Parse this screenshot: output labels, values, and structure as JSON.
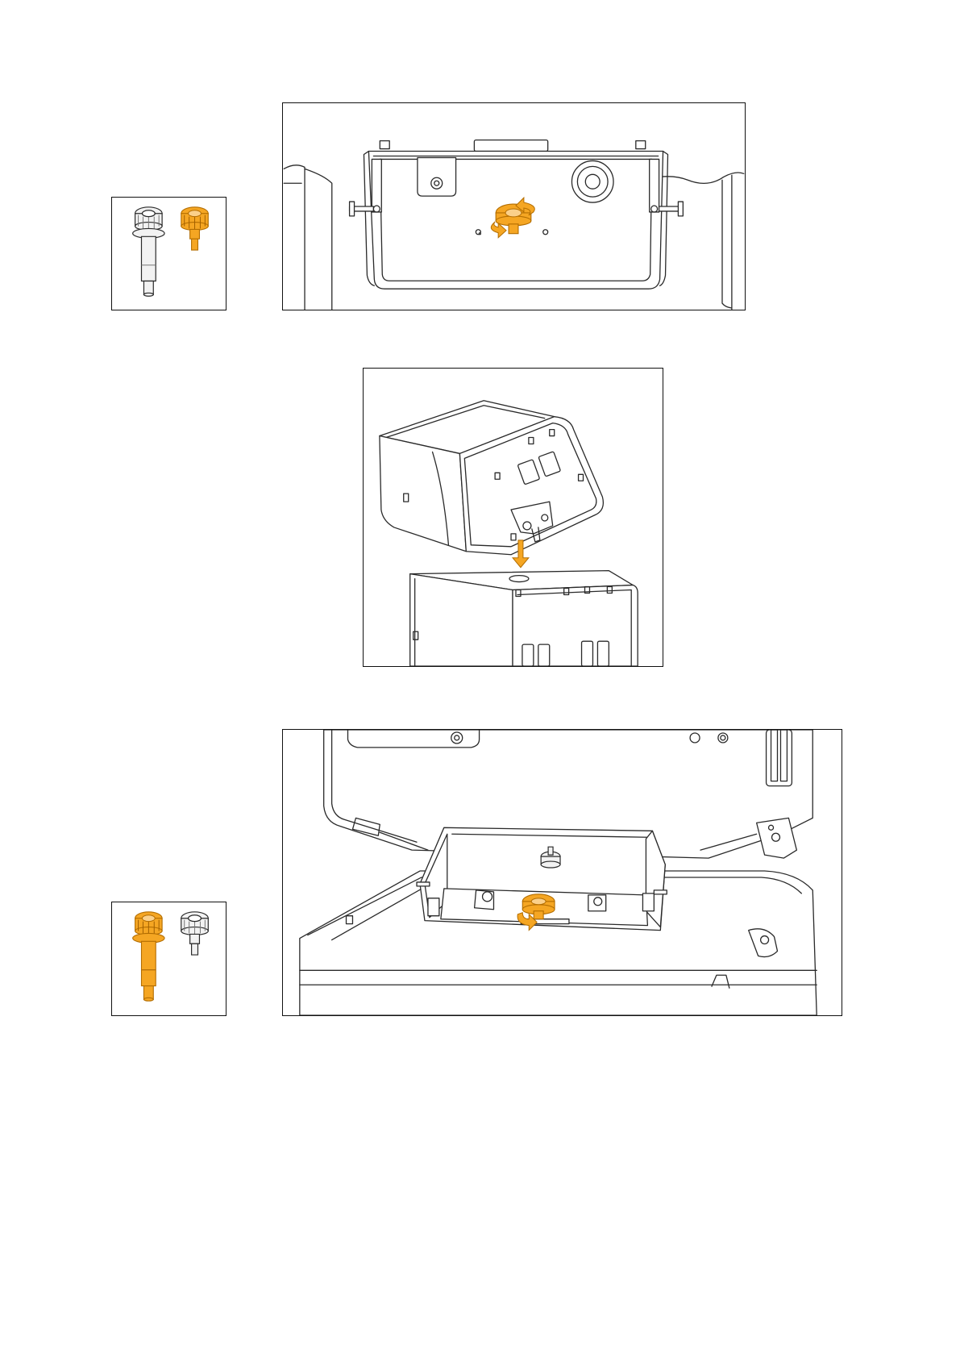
{
  "figures": [
    {
      "id": "step-1-remove-knob",
      "legend": "step-1-pin-legend",
      "highlighted_part": "short-knob"
    },
    {
      "id": "step-2-lower-cabinet"
    },
    {
      "id": "step-3-insert-pin",
      "legend": "step-3-pin-legend",
      "highlighted_part": "long-pin"
    }
  ],
  "colors": {
    "highlight": "#f5a623",
    "line": "#2a2a2a",
    "frame": "#111111"
  },
  "icons": [
    "rotate-arrow-icon",
    "down-arrow-icon",
    "locking-pin-icon",
    "thumb-knob-icon"
  ]
}
